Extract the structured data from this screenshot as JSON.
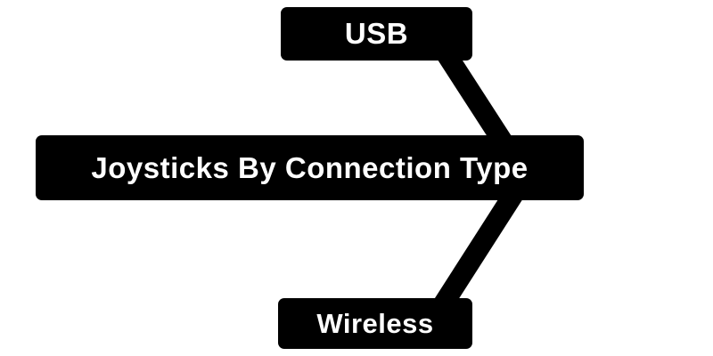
{
  "diagram": {
    "title": "Joysticks By Connection Type",
    "root_node": {
      "label": "Joysticks By Connection Type"
    },
    "nodes": [
      {
        "id": "usb",
        "label": "USB",
        "position": "top"
      },
      {
        "id": "wireless",
        "label": "Wireless",
        "position": "bottom"
      }
    ],
    "edges": [
      {
        "from": "root",
        "to": "usb"
      },
      {
        "from": "root",
        "to": "wireless"
      }
    ],
    "colors": {
      "node_bg": "#000000",
      "text": "#ffffff",
      "connector": "#000000",
      "background": "#ffffff"
    }
  }
}
